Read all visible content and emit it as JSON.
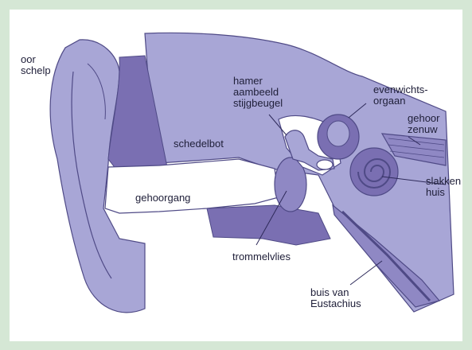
{
  "colors": {
    "frame": "#d5e7d5",
    "panel": "#ffffff",
    "tissue_light": "#a8a6d6",
    "tissue_dark": "#7a6fb2",
    "tissue_mid": "#8f88c4",
    "outline": "#4f4a86"
  },
  "labels": {
    "oorschelp": "oor\nschelp",
    "hamer": "hamer\naambeeld\nstijgbeugel",
    "evenwicht": "evenwichts-\norgaan",
    "gehoorzenuw": "gehoor\nzenuw",
    "schedelbot": "schedelbot",
    "gehoorgang": "gehoorgang",
    "slakkenhuis": "slakken\nhuis",
    "trommelvlies": "trommelvlies",
    "buis": "buis van\nEustachius"
  }
}
